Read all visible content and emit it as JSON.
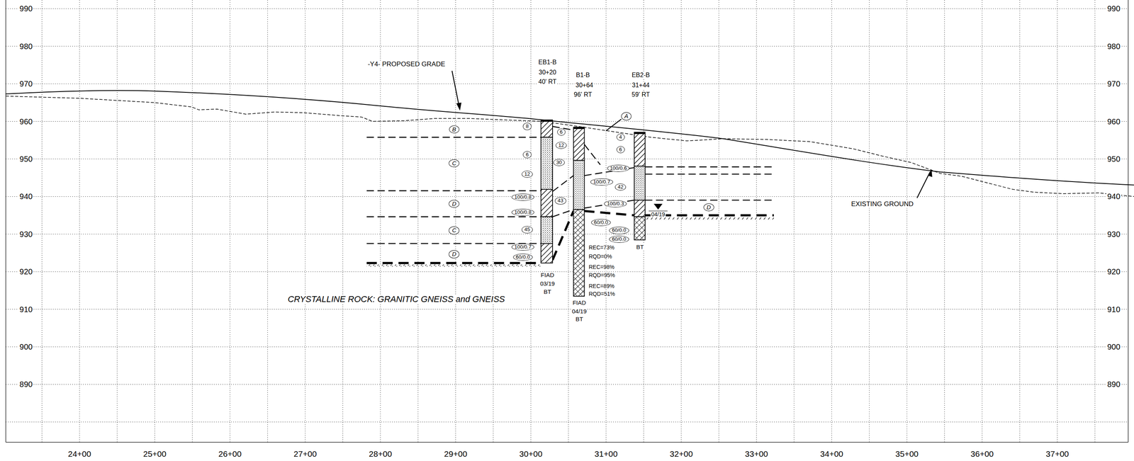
{
  "diagram": {
    "nodes": [
      {
        "text": [
          "A"
        ]
      },
      {
        "text": [
          "B"
        ]
      },
      {
        "text": [
          "C"
        ]
      },
      {
        "text": [
          "D"
        ]
      },
      {
        "text": [
          "C"
        ]
      },
      {
        "text": [
          "D"
        ]
      },
      {
        "text": [
          "D"
        ]
      },
      {
        "text": [
          "8"
        ]
      },
      {
        "text": [
          "6"
        ]
      },
      {
        "text": [
          "12"
        ]
      },
      {
        "text": [
          "100/0.8"
        ]
      },
      {
        "text": [
          "100/0.8"
        ]
      },
      {
        "text": [
          "45"
        ]
      },
      {
        "text": [
          "100/0.7"
        ]
      },
      {
        "text": [
          "60/0.0"
        ]
      },
      {
        "text": [
          "6"
        ]
      },
      {
        "text": [
          "12"
        ]
      },
      {
        "text": [
          "30"
        ]
      },
      {
        "text": [
          "43"
        ]
      },
      {
        "text": [
          "100/0.6"
        ]
      },
      {
        "text": [
          "100/0.7"
        ]
      },
      {
        "text": [
          "42"
        ]
      },
      {
        "text": [
          "100/0.3"
        ]
      },
      {
        "text": [
          "60/0.0"
        ]
      },
      {
        "text": [
          "60/0.0"
        ]
      },
      {
        "text": [
          "60/0.0"
        ]
      },
      {
        "text": [
          "4"
        ]
      },
      {
        "text": [
          "6"
        ]
      }
    ],
    "labels": [
      "990",
      "980",
      "970",
      "960",
      "950",
      "940",
      "930",
      "920",
      "910",
      "900",
      "890",
      "990",
      "980",
      "970",
      "960",
      "950",
      "940",
      "930",
      "920",
      "910",
      "900",
      "890",
      "24+00",
      "25+00",
      "26+00",
      "27+00",
      "28+00",
      "29+00",
      "30+00",
      "31+00",
      "32+00",
      "33+00",
      "34+00",
      "35+00",
      "36+00",
      "37+00",
      "-Y4- PROPOSED GRADE",
      "EXISTING GROUND",
      "CRYSTALLINE ROCK: GRANITIC GNEISS and GNEISS",
      "EB1-B",
      "30+20",
      "40' RT",
      "B1-B",
      "30+64",
      "96' RT",
      "EB2-B",
      "31+44",
      "59' RT",
      "FIAD",
      "03/19",
      "BT",
      "FIAD",
      "04/19",
      "BT",
      "BT",
      "04/19",
      "REC=73%",
      "RQD=0%",
      "REC=98%",
      "RQD=95%",
      "REC=89%",
      "RQD=51%"
    ]
  }
}
